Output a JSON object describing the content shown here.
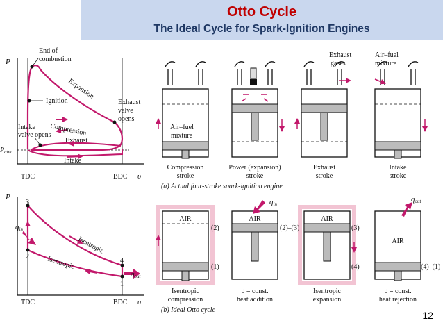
{
  "header": {
    "title": "Otto Cycle",
    "subtitle": "The Ideal Cycle for Spark-Ignition Engines"
  },
  "pv_actual": {
    "p_axis": "P",
    "patm": "P",
    "patm_sub": "atm",
    "tdc": "TDC",
    "bdc": "BDC",
    "v_axis": "υ",
    "end_combustion_1": "End of",
    "end_combustion_2": "combustion",
    "expansion": "Expansion",
    "ignition": "Ignition",
    "exhaust_valve_1": "Exhaust",
    "exhaust_valve_2": "valve",
    "exhaust_valve_3": "opens",
    "compression": "Compression",
    "intake_valve_1": "Intake",
    "intake_valve_2": "valve opens",
    "exhaust": "Exhaust",
    "intake": "Intake"
  },
  "pv_ideal": {
    "p_axis": "P",
    "tdc": "TDC",
    "bdc": "BDC",
    "v_axis": "υ",
    "q": "q",
    "q_in_sub": "in",
    "q_out_sub": "out",
    "isentropic_upper": "Isentropic",
    "isentropic_lower": "Isentropic",
    "state_labels": [
      "1",
      "2",
      "3",
      "4"
    ]
  },
  "actual_engine": {
    "exhaust_gases_1": "Exhaust",
    "exhaust_gases_2": "gases",
    "air_fuel_top_1": "Air–fuel",
    "air_fuel_top_2": "mixture",
    "air_fuel_cyl_1": "Air–fuel",
    "air_fuel_cyl_2": "mixture",
    "strokes": [
      {
        "line1": "Compression",
        "line2": "stroke"
      },
      {
        "line1": "Power (expansion)",
        "line2": "stroke"
      },
      {
        "line1": "Exhaust",
        "line2": "stroke"
      },
      {
        "line1": "Intake",
        "line2": "stroke"
      }
    ],
    "caption": "(a) Actual four-stroke spark-ignition engine"
  },
  "ideal_engine": {
    "air_labels": [
      "AIR",
      "AIR",
      "AIR",
      "AIR"
    ],
    "q": "q",
    "q_in_sub": "in",
    "q_out_sub": "out",
    "state_tags": [
      "(2)",
      "(1)",
      "(2)–(3)",
      "(3)",
      "(4)",
      "(4)–(1)"
    ],
    "processes": [
      {
        "line1": "Isentropic",
        "line2": "compression"
      },
      {
        "line1": "υ = const.",
        "line2": "heat addition"
      },
      {
        "line1": "Isentropic",
        "line2": "expansion"
      },
      {
        "line1": "υ = const.",
        "line2": "heat rejection"
      }
    ],
    "caption": "(b) Ideal Otto cycle"
  },
  "page_number": "12",
  "colors": {
    "banner": "#c9d7ee",
    "title": "#c00000",
    "subtitle": "#1f3864",
    "curve": "#c2186b",
    "highlight": "#f2c4d3"
  }
}
